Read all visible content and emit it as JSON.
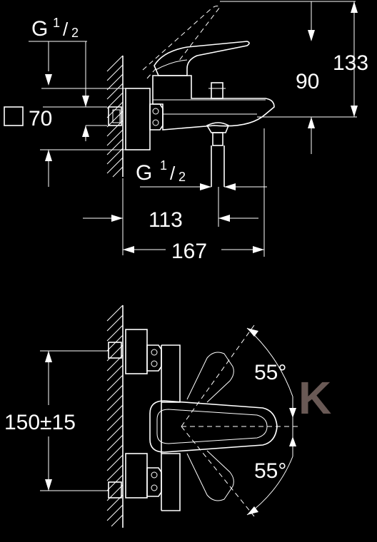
{
  "top_view": {
    "dim_inlet_thread": {
      "base": "G",
      "num": "1",
      "den": "2"
    },
    "dim_square": {
      "value": "70"
    },
    "dim_outlet_thread": {
      "base": "G",
      "num": "1",
      "den": "2"
    },
    "dim_90": "90",
    "dim_133": "133",
    "dim_113": "113",
    "dim_167": "167"
  },
  "bottom_view": {
    "dim_centers": "150±15",
    "angle_upper": "55°",
    "angle_lower": "55°",
    "watermark_letter": "K"
  },
  "colors": {
    "line": "#ffffff",
    "background": "#000000",
    "watermark": "#e9c5bd"
  }
}
